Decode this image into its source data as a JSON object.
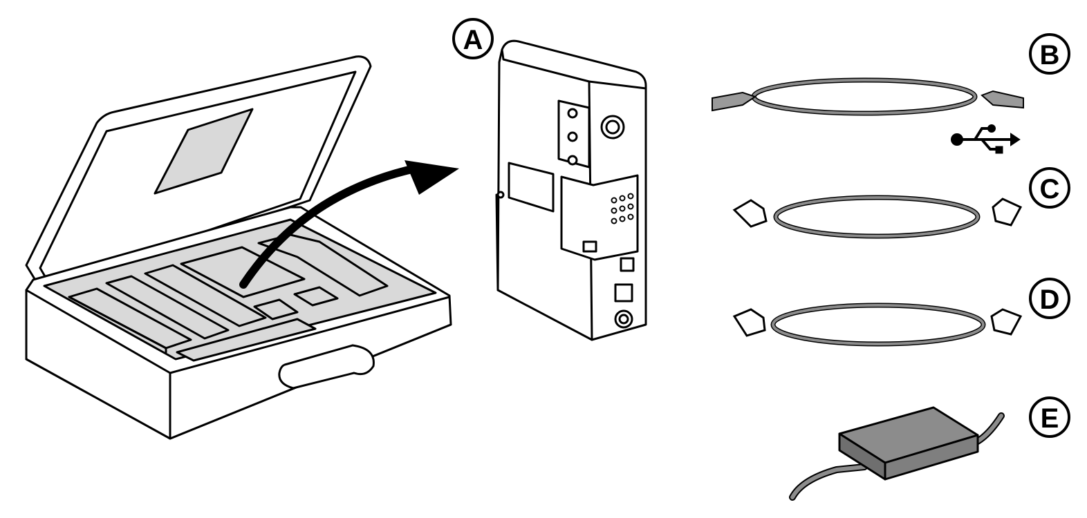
{
  "callouts": {
    "a": "A",
    "b": "B",
    "c": "C",
    "d": "D",
    "e": "E"
  },
  "icons": {
    "usb": "usb-icon",
    "arrow": "curved-arrow"
  },
  "colors": {
    "line": "#000000",
    "foam": "#d9d9d9",
    "pad": "#bdbdbd",
    "cable": "#8c8c8c",
    "plug": "#9a9a9a",
    "adapter": "#7f7f7f"
  }
}
